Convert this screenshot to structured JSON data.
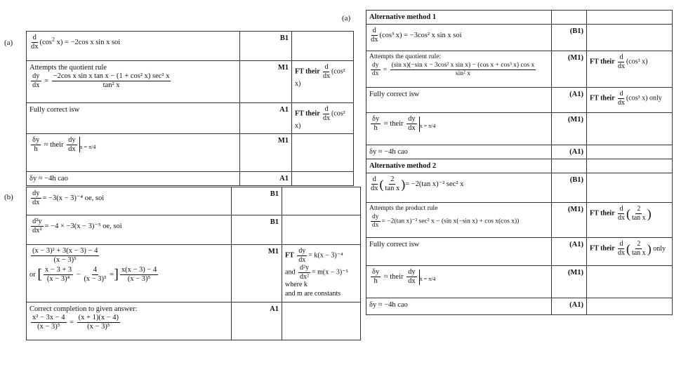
{
  "left_a": {
    "label": "(a)",
    "rows": [
      {
        "answer_pre": "(cos",
        "answer_post": "x) = −2cos x sin x  soi",
        "mark": "B1",
        "note": ""
      },
      {
        "answer_line1": "Attempts the quotient rule",
        "answer_num": "−2cos x sin x tan x − (1 + cos² x) sec² x",
        "answer_den": "tan² x",
        "mark": "M1",
        "note": "FT their",
        "note_tail": "(cos² x)"
      },
      {
        "answer": "Fully correct isw",
        "mark": "A1",
        "note": "FT their",
        "note_tail": "(cos² x)"
      },
      {
        "answer_tail": "≈ their",
        "mark": "M1",
        "note": ""
      },
      {
        "answer": "δy ≈ −4h cao",
        "mark": "A1",
        "note": ""
      }
    ]
  },
  "left_b": {
    "label": "(b)",
    "rows": [
      {
        "answer": "= −3(x − 3)⁻⁴ oe, soi",
        "mark": "B1"
      },
      {
        "answer": "= −4 × −3(x − 3)⁻⁵ oe, soi",
        "mark": "B1"
      },
      {
        "answer_num": "(x − 3)² + 3(x − 3) − 4",
        "answer_den": "(x − 3)⁵",
        "alt_or": "or",
        "alt_n1": "x − 3 + 3",
        "alt_d1": "(x − 3)⁴",
        "alt_n2": "4",
        "alt_d2": "(x − 3)⁵",
        "alt_n3": "x(x − 3) − 4",
        "alt_d3": "(x − 3)⁵",
        "mark": "M1",
        "note_ft": "FT",
        "note_eq1": "= k(x − 3)⁻⁴",
        "note_and": "and",
        "note_eq2": "= m(x − 3)⁻⁵  where k",
        "note_const": "and m are constants"
      },
      {
        "answer_line1": "Correct completion to given answer:",
        "n1": "x² − 3x − 4",
        "d1": "(x − 3)⁵",
        "n2": "(x + 1)(x − 4)",
        "d2": "(x − 3)⁵",
        "mark": "A1"
      }
    ]
  },
  "right": {
    "label": "(a)",
    "alt1_header": "Alternative method 1",
    "alt1": [
      {
        "answer_pre": "(cos³ x) = −3cos² x sin x  soi",
        "mark": "(B1)",
        "note": ""
      },
      {
        "answer_line1": "Attempts the quotient rule:",
        "num": "(sin x)(−sin x − 3cos² x sin x) − (cos x + cos³ x) cos x",
        "den": "sin² x",
        "mark": "(M1)",
        "note": "FT their",
        "note_tail": "(cos³ x)"
      },
      {
        "answer": "Fully correct isw",
        "mark": "(A1)",
        "note": "FT their",
        "note_tail": "(cos³ x)  only"
      },
      {
        "answer_tail": "≈ their",
        "mark": "(M1)",
        "note": ""
      },
      {
        "answer": "δy ≈ −4h cao",
        "mark": "(A1)",
        "note": ""
      }
    ],
    "alt2_header": "Alternative method 2",
    "alt2": [
      {
        "answer_post": "= −2(tan x)⁻² sec² x",
        "mark": "(B1)",
        "note": ""
      },
      {
        "answer_line1": "Attempts the product rule",
        "answer_line2": "= −2(tan x)⁻² sec² x − (sin x(−sin x) + cos x(cos x))",
        "mark": "(M1)",
        "note": "FT their",
        "note_tail": ""
      },
      {
        "answer": "Fully correct isw",
        "mark": "(A1)",
        "note": "FT their",
        "note_tail": "only"
      },
      {
        "answer_tail": "≈ their",
        "mark": "(M1)",
        "note": ""
      },
      {
        "answer": "δy ≈ −4h cao",
        "mark": "(A1)",
        "note": ""
      }
    ]
  },
  "symbols": {
    "d": "d",
    "dx": "dx",
    "dy": "dy",
    "dy2": "d²y",
    "dx2": "dx²",
    "delta_y": "δy",
    "h": "h",
    "x_eval": "x = π/4",
    "two": "2",
    "tanx": "tan x",
    "sq": "2"
  }
}
